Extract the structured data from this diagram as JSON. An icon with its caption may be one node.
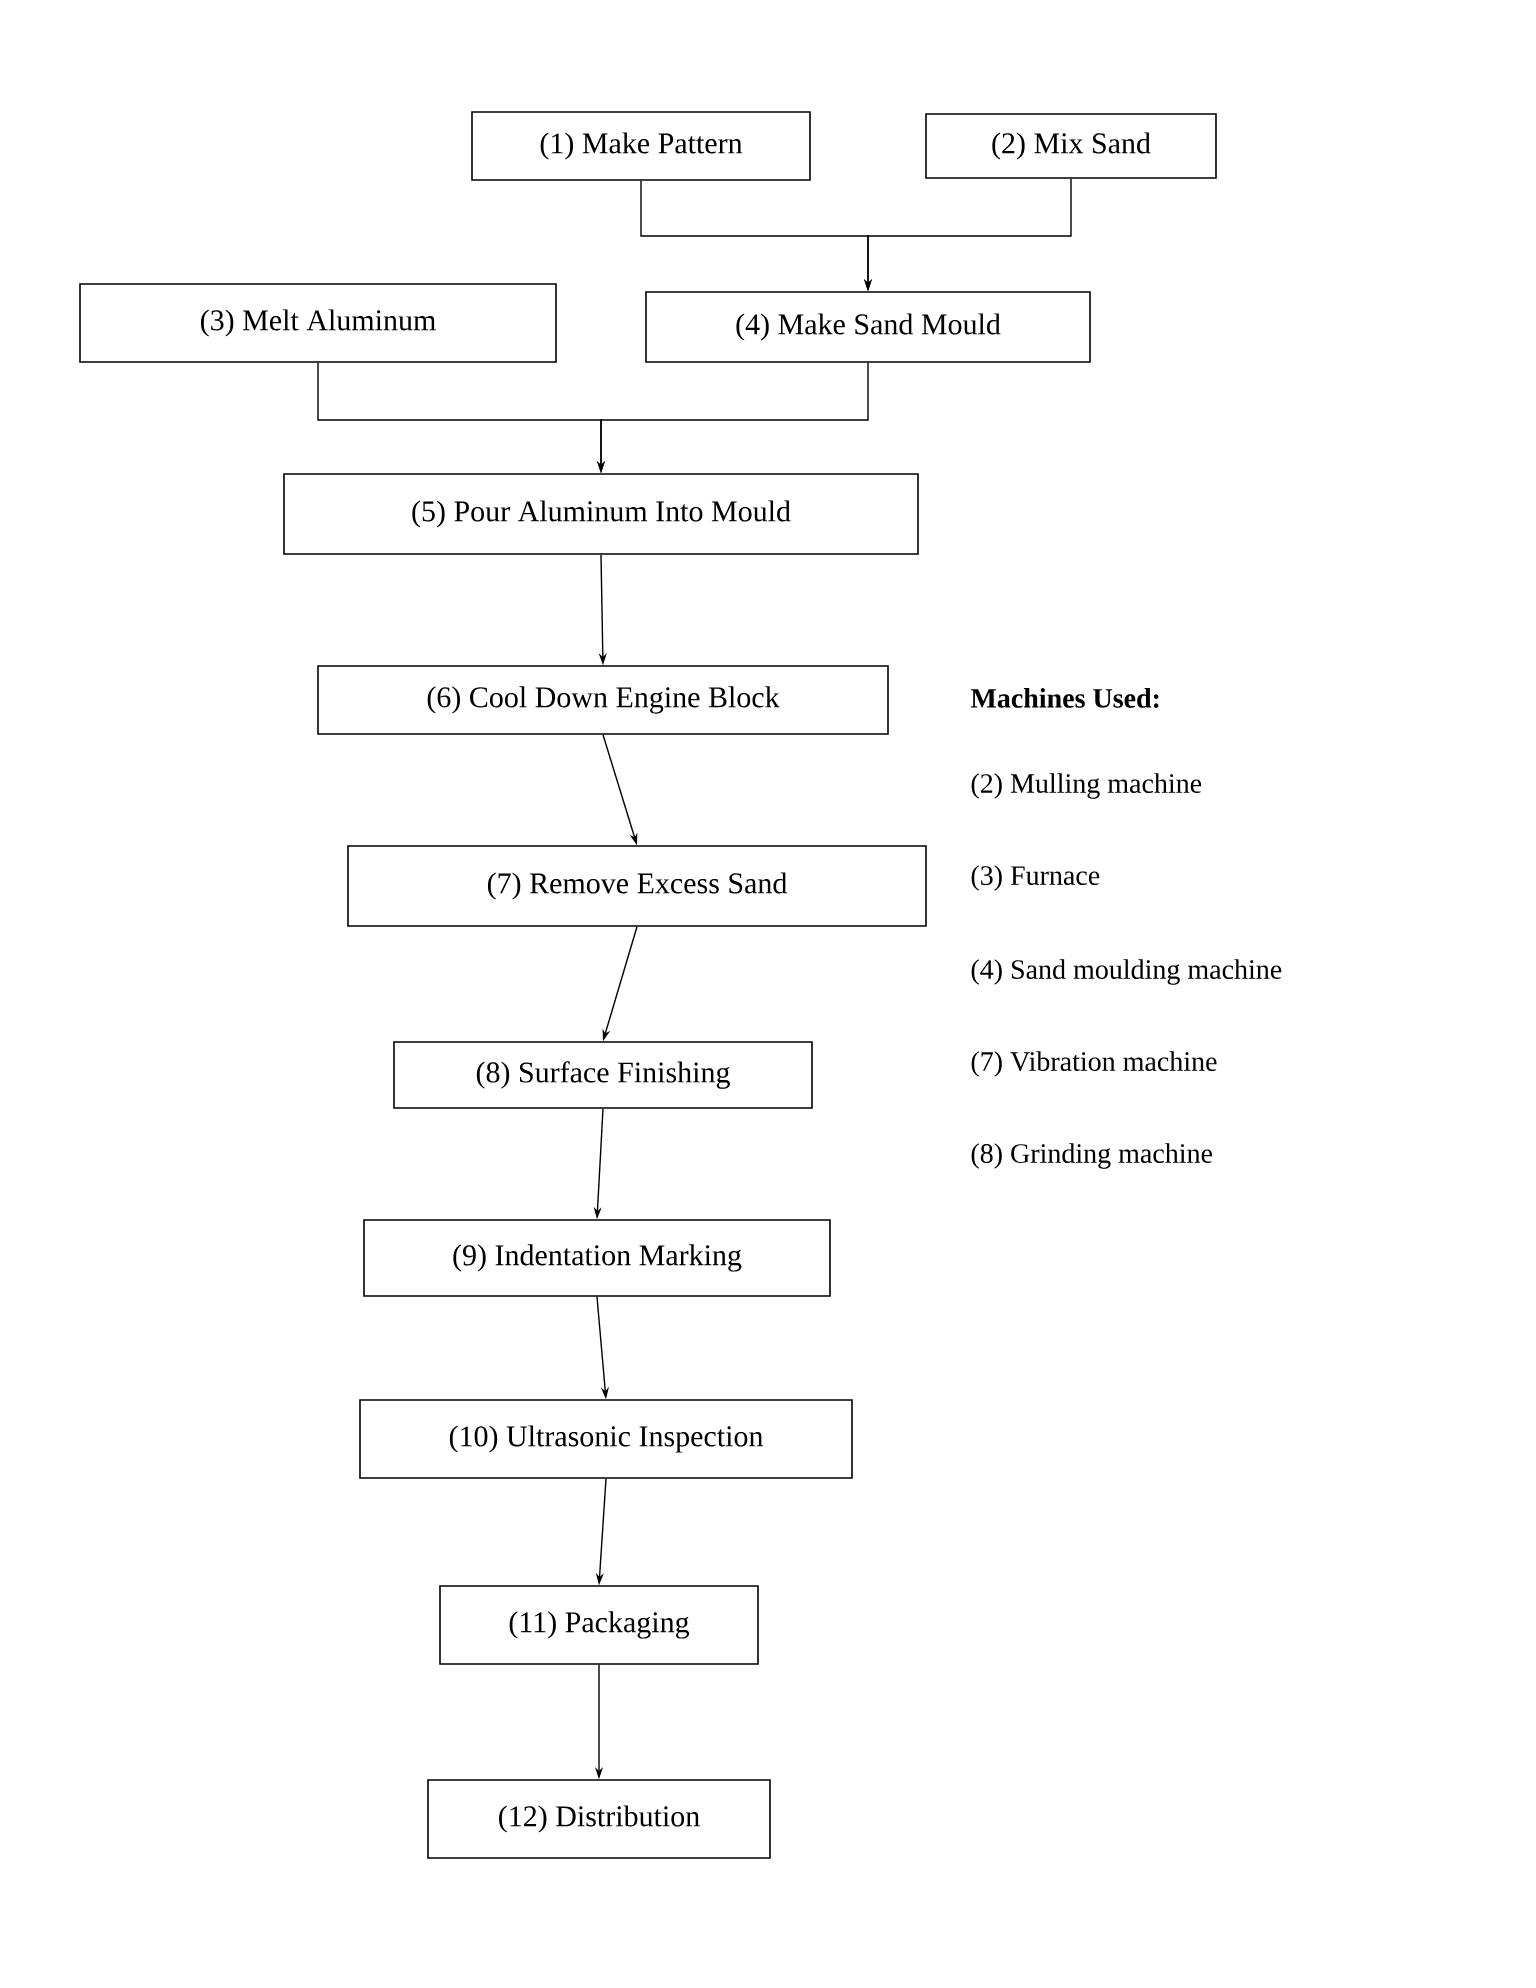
{
  "diagram": {
    "nodes": [
      {
        "text": [
          "(1) Make Pattern"
        ]
      },
      {
        "text": [
          "(2) Mix Sand"
        ]
      },
      {
        "text": [
          "(3) Melt Aluminum"
        ]
      },
      {
        "text": [
          "(4) Make Sand Mould"
        ]
      },
      {
        "text": [
          "(5) Pour Aluminum Into Mould"
        ]
      },
      {
        "text": [
          "(6) Cool Down Engine Block"
        ]
      },
      {
        "text": [
          "(7) Remove Excess Sand"
        ]
      },
      {
        "text": [
          "(8) Surface Finishing"
        ]
      },
      {
        "text": [
          "(9) Indentation Marking"
        ]
      },
      {
        "text": [
          "(10) Ultrasonic Inspection"
        ]
      },
      {
        "text": [
          "(11) Packaging"
        ]
      },
      {
        "text": [
          "(12) Distribution"
        ]
      }
    ],
    "edges": [
      {
        "from": 0,
        "to": 3,
        "arrow": "to"
      },
      {
        "from": 1,
        "to": 3,
        "arrow": "to"
      },
      {
        "from": 2,
        "to": 4,
        "arrow": "to"
      },
      {
        "from": 3,
        "to": 4,
        "arrow": "to"
      },
      {
        "from": 4,
        "to": 5,
        "arrow": "to"
      },
      {
        "from": 5,
        "to": 6,
        "arrow": "to"
      },
      {
        "from": 6,
        "to": 7,
        "arrow": "to"
      },
      {
        "from": 7,
        "to": 8,
        "arrow": "to"
      },
      {
        "from": 8,
        "to": 9,
        "arrow": "to"
      },
      {
        "from": 9,
        "to": 10,
        "arrow": "to"
      },
      {
        "from": 10,
        "to": 11,
        "arrow": "to"
      }
    ],
    "labels": [
      "Machines Used:",
      "(2)  Mulling machine",
      "(3) Furnace",
      "(4)  Sand moulding machine",
      "(7)  Vibration machine",
      "(8) Grinding machine"
    ]
  }
}
